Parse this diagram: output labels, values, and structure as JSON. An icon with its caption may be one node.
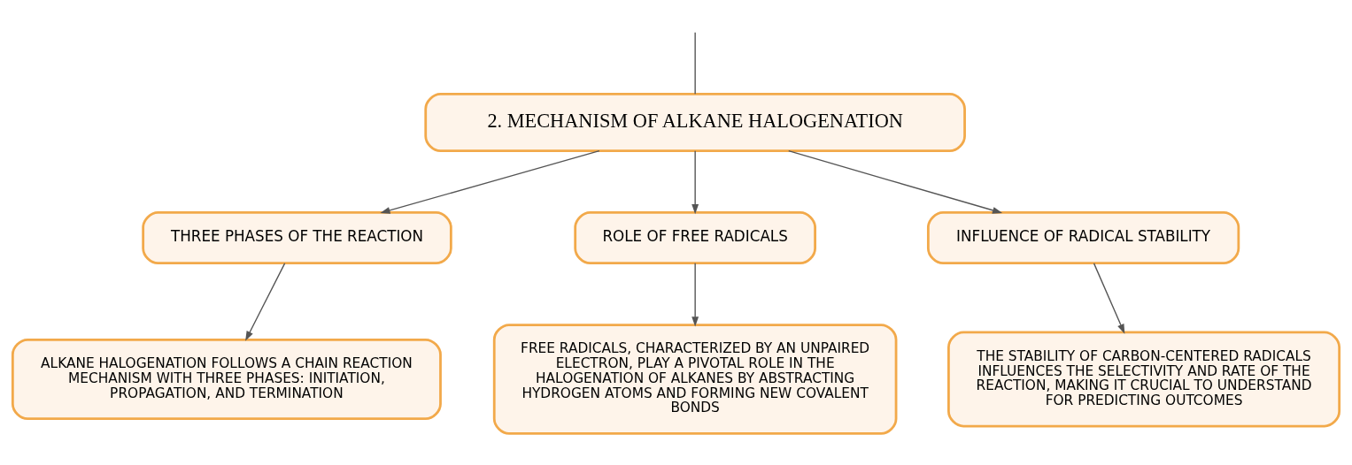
{
  "diagram": {
    "nodes": [
      {
        "text": [
          "2. MECHANISM OF ALKANE HALOGENATION"
        ]
      },
      {
        "text": [
          "THREE PHASES OF THE REACTION"
        ]
      },
      {
        "text": [
          "ROLE OF FREE RADICALS"
        ]
      },
      {
        "text": [
          "INFLUENCE OF RADICAL STABILITY"
        ]
      },
      {
        "text": [
          "ALKANE HALOGENATION FOLLOWS A CHAIN REACTION MECHANISM WITH THREE PHASES: INITIATION, PROPAGATION, AND TERMINATION"
        ]
      },
      {
        "text": [
          "FREE RADICALS, CHARACTERIZED BY AN UNPAIRED ELECTRON, PLAY A PIVOTAL ROLE IN THE HALOGENATION OF ALKANES BY ABSTRACTING HYDROGEN ATOMS AND FORMING NEW COVALENT BONDS"
        ]
      },
      {
        "text": [
          "THE STABILITY OF CARBON-CENTERED RADICALS INFLUENCES THE SELECTIVITY AND RATE OF THE REACTION, MAKING IT CRUCIAL TO UNDERSTAND FOR PREDICTING OUTCOMES"
        ]
      }
    ],
    "edges": [
      {
        "from": null,
        "to": 0,
        "arrow": "none"
      },
      {
        "from": 0,
        "to": 1,
        "arrow": "to"
      },
      {
        "from": 0,
        "to": 2,
        "arrow": "to"
      },
      {
        "from": 0,
        "to": 3,
        "arrow": "to"
      },
      {
        "from": 1,
        "to": 4,
        "arrow": "to"
      },
      {
        "from": 2,
        "to": 5,
        "arrow": "to"
      },
      {
        "from": 3,
        "to": 6,
        "arrow": "to"
      }
    ]
  }
}
